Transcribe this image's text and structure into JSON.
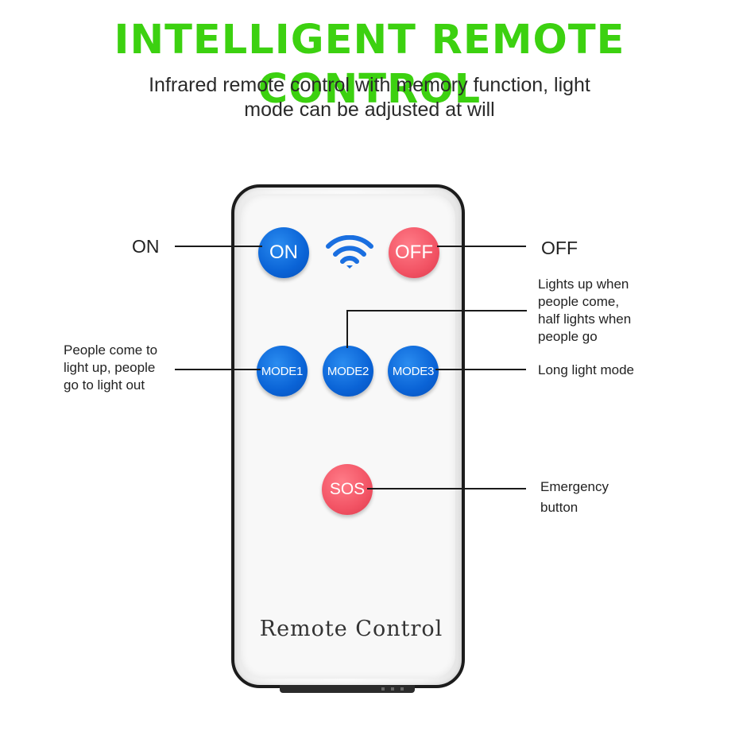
{
  "header": {
    "title": "INTELLIGENT REMOTE CONTROL",
    "title_color": "#3cd110",
    "subtitle_line1": "Infrared remote control with memory function, light",
    "subtitle_line2": "mode can be adjusted at will"
  },
  "remote": {
    "label": "Remote Control",
    "signal_icon": "wifi-signal-icon",
    "buttons": {
      "on": "ON",
      "off": "OFF",
      "mode1": "MODE1",
      "mode2": "MODE2",
      "mode3": "MODE3",
      "sos": "SOS"
    },
    "colors": {
      "blue_button": "#0a63d6",
      "red_button": "#f25364",
      "signal": "#1a6fe0"
    }
  },
  "annotations": {
    "on": "ON",
    "off": "OFF",
    "mode1_line1": "People come to",
    "mode1_line2": "light up, people",
    "mode1_line3": "go to light out",
    "mode2_line1": "Lights up when",
    "mode2_line2": "people come,",
    "mode2_line3": "half lights when",
    "mode2_line4": "people go",
    "mode3": "Long light mode",
    "sos_line1": "Emergency",
    "sos_line2": "button"
  }
}
